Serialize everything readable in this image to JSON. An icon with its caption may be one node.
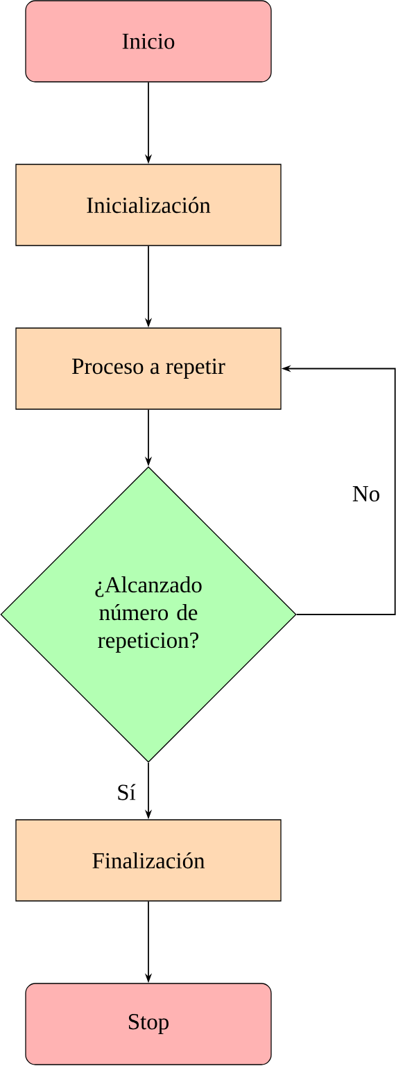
{
  "diagram": {
    "nodes": [
      {
        "text": [
          "Inicio"
        ]
      },
      {
        "text": [
          "Inicialización"
        ]
      },
      {
        "text": [
          "Proceso a repetir"
        ]
      },
      {
        "text": [
          "¿Alcanzado número de repeticion?"
        ]
      },
      {
        "text": [
          "Finalización"
        ]
      },
      {
        "text": [
          "Stop"
        ]
      }
    ],
    "edges": [
      {
        "from": 0,
        "to": 1,
        "arrow": "to"
      },
      {
        "from": 1,
        "to": 2,
        "arrow": "to"
      },
      {
        "from": 2,
        "to": 3,
        "arrow": "to"
      },
      {
        "from": 3,
        "to": 2,
        "arrow": "to",
        "label": "No"
      },
      {
        "from": 3,
        "to": 4,
        "arrow": "to",
        "label": "Sí"
      },
      {
        "from": 4,
        "to": 5,
        "arrow": "to"
      }
    ]
  }
}
